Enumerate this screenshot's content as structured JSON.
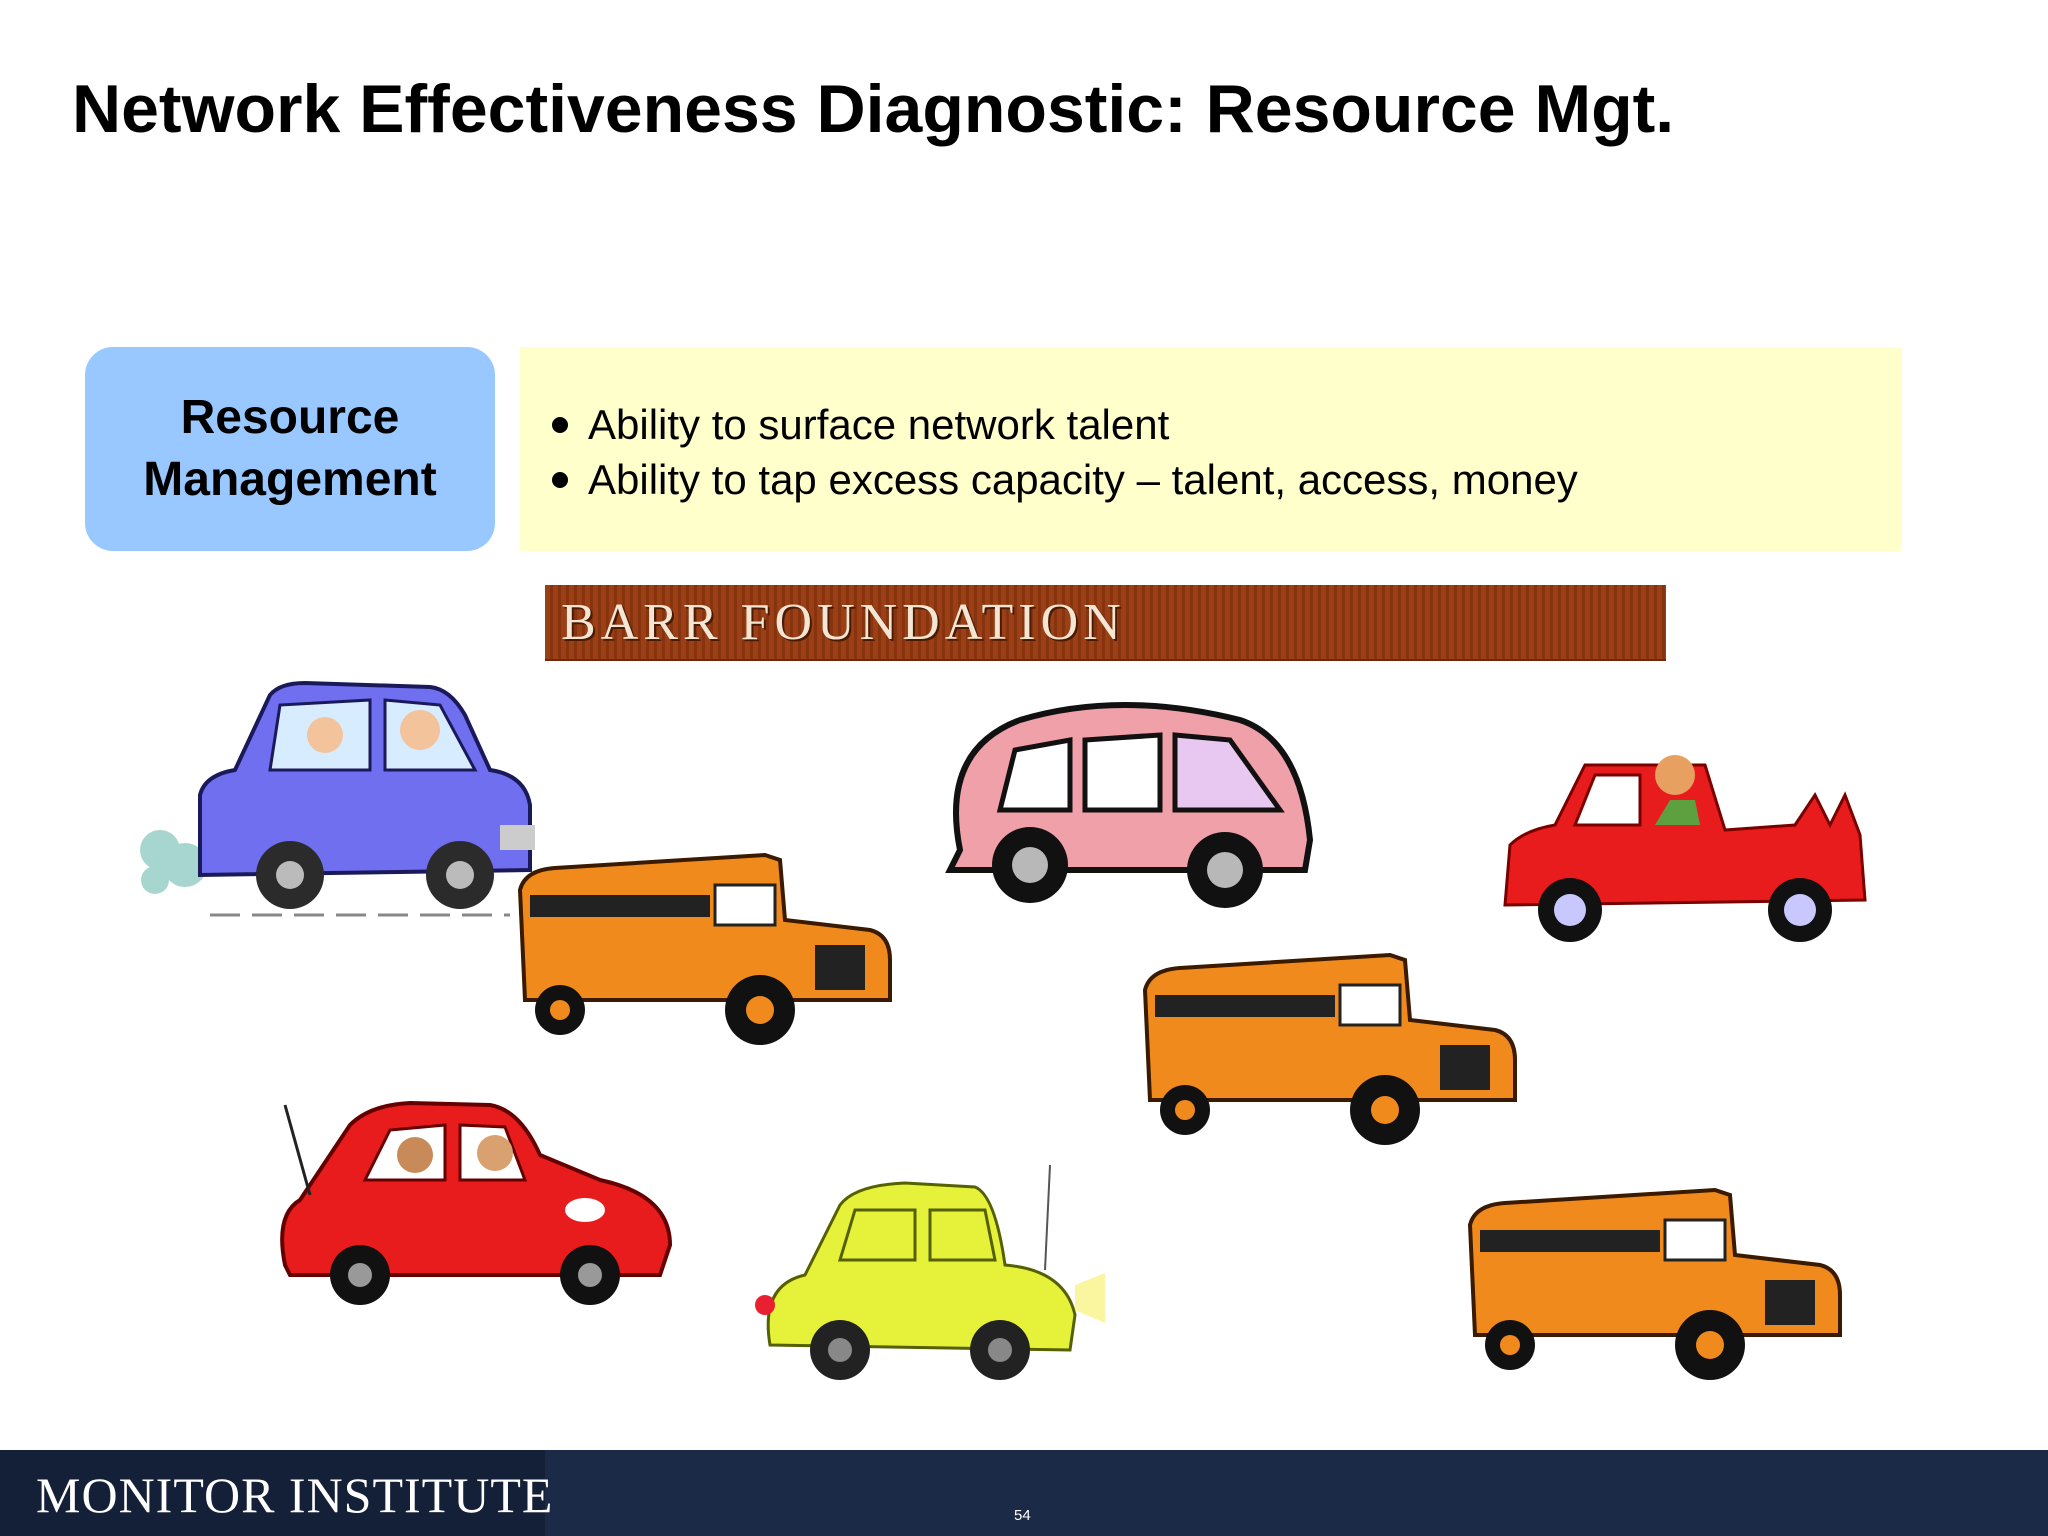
{
  "slide": {
    "title": "Network Effectiveness Diagnostic: Resource Mgt.",
    "category_label": "Resource\nManagement",
    "bullets": [
      "Ability to surface network talent",
      "Ability to tap excess capacity – talent, access, money"
    ]
  },
  "banner": {
    "text": "BARR FOUNDATION"
  },
  "clipart": {
    "vehicles": [
      "blue-car",
      "pink-van",
      "red-pickup",
      "school-bus",
      "school-bus",
      "red-car",
      "yellow-car",
      "school-bus"
    ],
    "colors": {
      "bus": "#f08a1c",
      "blue_car": "#6f6ff0",
      "pink_van": "#f0a0a8",
      "red": "#e81c1c",
      "yellow_car": "#e6f23a"
    }
  },
  "footer": {
    "logo": "MONITOR INSTITUTE",
    "page_number": "54"
  }
}
